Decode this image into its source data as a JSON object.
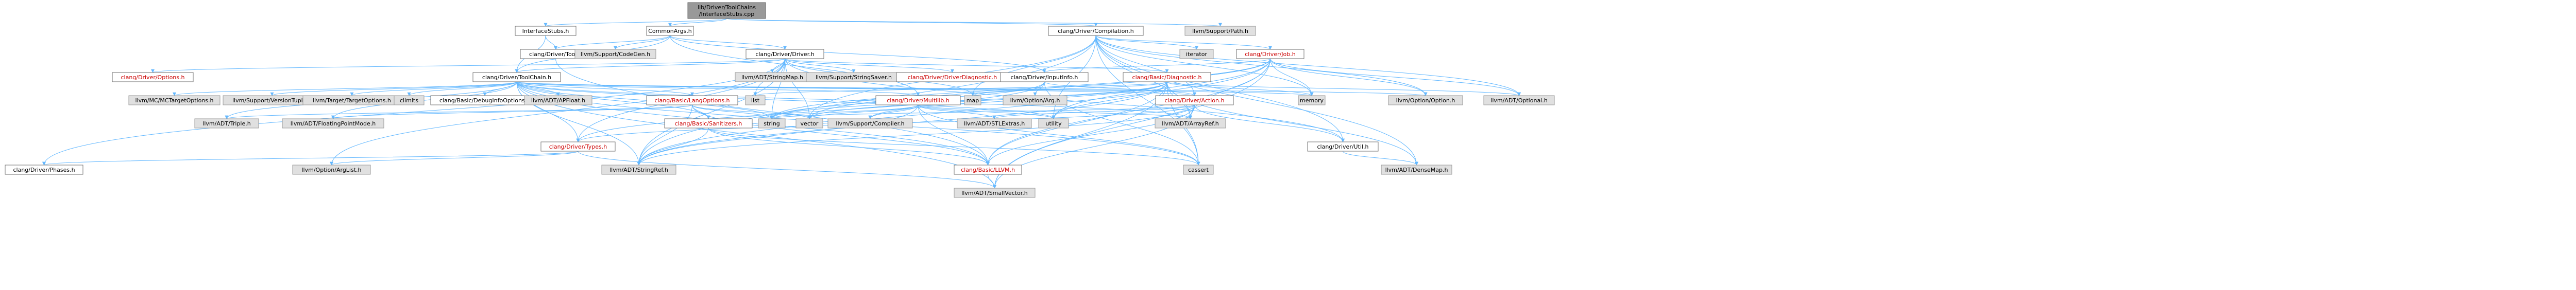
{
  "diagram": {
    "title": "",
    "nodes": [
      {
        "id": "root",
        "lines": [
          "lib/Driver/ToolChains",
          "/InterfaceStubs.cpp"
        ],
        "style": "root"
      },
      {
        "id": "interfacestubs_h",
        "lines": [
          "InterfaceStubs.h"
        ],
        "style": "plain"
      },
      {
        "id": "commonargs_h",
        "lines": [
          "CommonArgs.h"
        ],
        "style": "plain"
      },
      {
        "id": "compilation_h",
        "lines": [
          "clang/Driver/Compilation.h"
        ],
        "style": "plain"
      },
      {
        "id": "path_h",
        "lines": [
          "llvm/Support/Path.h"
        ],
        "style": "grey"
      },
      {
        "id": "tool_h",
        "lines": [
          "clang/Driver/Tool.h"
        ],
        "style": "plain"
      },
      {
        "id": "codegen_h",
        "lines": [
          "llvm/Support/CodeGen.h"
        ],
        "style": "grey"
      },
      {
        "id": "driver_h",
        "lines": [
          "clang/Driver/Driver.h"
        ],
        "style": "plain"
      },
      {
        "id": "iterator",
        "lines": [
          "iterator"
        ],
        "style": "grey"
      },
      {
        "id": "job_h",
        "lines": [
          "clang/Driver/Job.h"
        ],
        "style": "red"
      },
      {
        "id": "options_h",
        "lines": [
          "clang/Driver/Options.h"
        ],
        "style": "red"
      },
      {
        "id": "toolchain_h",
        "lines": [
          "clang/Driver/ToolChain.h"
        ],
        "style": "plain"
      },
      {
        "id": "stringmap_h",
        "lines": [
          "llvm/ADT/StringMap.h"
        ],
        "style": "grey"
      },
      {
        "id": "stringsaver_h",
        "lines": [
          "llvm/Support/StringSaver.h"
        ],
        "style": "grey"
      },
      {
        "id": "driverdiag_h",
        "lines": [
          "clang/Driver/DriverDiagnostic.h"
        ],
        "style": "red"
      },
      {
        "id": "inputinfo_h",
        "lines": [
          "clang/Driver/InputInfo.h"
        ],
        "style": "plain"
      },
      {
        "id": "diagnostic_h",
        "lines": [
          "clang/Basic/Diagnostic.h"
        ],
        "style": "red"
      },
      {
        "id": "mctarget_h",
        "lines": [
          "llvm/MC/MCTargetOptions.h"
        ],
        "style": "grey"
      },
      {
        "id": "versiontuple_h",
        "lines": [
          "llvm/Support/VersionTuple.h"
        ],
        "style": "grey"
      },
      {
        "id": "targetopts_h",
        "lines": [
          "llvm/Target/TargetOptions.h"
        ],
        "style": "grey"
      },
      {
        "id": "climits",
        "lines": [
          "climits"
        ],
        "style": "grey"
      },
      {
        "id": "debuginfo_h",
        "lines": [
          "clang/Basic/DebugInfoOptions.h"
        ],
        "style": "plain"
      },
      {
        "id": "apfloat_h",
        "lines": [
          "llvm/ADT/APFloat.h"
        ],
        "style": "grey"
      },
      {
        "id": "langopts_h",
        "lines": [
          "clang/Basic/LangOptions.h"
        ],
        "style": "red"
      },
      {
        "id": "list",
        "lines": [
          "list"
        ],
        "style": "grey"
      },
      {
        "id": "multilib_h",
        "lines": [
          "clang/Driver/Multilib.h"
        ],
        "style": "red"
      },
      {
        "id": "map",
        "lines": [
          "map"
        ],
        "style": "grey"
      },
      {
        "id": "optionarg_h",
        "lines": [
          "llvm/Option/Arg.h"
        ],
        "style": "grey"
      },
      {
        "id": "action_h",
        "lines": [
          "clang/Driver/Action.h"
        ],
        "style": "red"
      },
      {
        "id": "memory",
        "lines": [
          "memory"
        ],
        "style": "grey"
      },
      {
        "id": "optionoption_h",
        "lines": [
          "llvm/Option/Option.h"
        ],
        "style": "grey"
      },
      {
        "id": "optional_h",
        "lines": [
          "llvm/ADT/Optional.h"
        ],
        "style": "grey"
      },
      {
        "id": "triple_h",
        "lines": [
          "llvm/ADT/Triple.h"
        ],
        "style": "grey"
      },
      {
        "id": "fpmode_h",
        "lines": [
          "llvm/ADT/FloatingPointMode.h"
        ],
        "style": "grey"
      },
      {
        "id": "types_h",
        "lines": [
          "clang/Driver/Types.h"
        ],
        "style": "red"
      },
      {
        "id": "sanitizers_h",
        "lines": [
          "clang/Basic/Sanitizers.h"
        ],
        "style": "red"
      },
      {
        "id": "string",
        "lines": [
          "string"
        ],
        "style": "grey"
      },
      {
        "id": "vector",
        "lines": [
          "vector"
        ],
        "style": "grey"
      },
      {
        "id": "compiler_h",
        "lines": [
          "llvm/Support/Compiler.h"
        ],
        "style": "grey"
      },
      {
        "id": "stlextras_h",
        "lines": [
          "llvm/ADT/STLExtras.h"
        ],
        "style": "grey"
      },
      {
        "id": "utility",
        "lines": [
          "utility"
        ],
        "style": "grey"
      },
      {
        "id": "arrayref_h",
        "lines": [
          "llvm/ADT/ArrayRef.h"
        ],
        "style": "grey"
      },
      {
        "id": "util_h",
        "lines": [
          "clang/Driver/Util.h"
        ],
        "style": "plain"
      },
      {
        "id": "phases_h",
        "lines": [
          "clang/Driver/Phases.h"
        ],
        "style": "plain"
      },
      {
        "id": "arglist_h",
        "lines": [
          "llvm/Option/ArgList.h"
        ],
        "style": "grey"
      },
      {
        "id": "stringref_h",
        "lines": [
          "llvm/ADT/StringRef.h"
        ],
        "style": "grey"
      },
      {
        "id": "llvm_h",
        "lines": [
          "clang/Basic/LLVM.h"
        ],
        "style": "red"
      },
      {
        "id": "cassert",
        "lines": [
          "cassert"
        ],
        "style": "grey"
      },
      {
        "id": "densemap_h",
        "lines": [
          "llvm/ADT/DenseMap.h"
        ],
        "style": "grey"
      },
      {
        "id": "smallvector_h",
        "lines": [
          "llvm/ADT/SmallVector.h"
        ],
        "style": "grey"
      }
    ],
    "edges": [
      [
        "root",
        "interfacestubs_h"
      ],
      [
        "root",
        "commonargs_h"
      ],
      [
        "root",
        "compilation_h"
      ],
      [
        "root",
        "path_h"
      ],
      [
        "interfacestubs_h",
        "tool_h"
      ],
      [
        "interfacestubs_h",
        "toolchain_h"
      ],
      [
        "commonargs_h",
        "inputinfo_h"
      ],
      [
        "commonargs_h",
        "multilib_h"
      ],
      [
        "commonargs_h",
        "tool_h"
      ],
      [
        "commonargs_h",
        "toolchain_h"
      ],
      [
        "commonargs_h",
        "codegen_h"
      ],
      [
        "commonargs_h",
        "driver_h"
      ],
      [
        "compilation_h",
        "action_h"
      ],
      [
        "compilation_h",
        "job_h"
      ],
      [
        "compilation_h",
        "util_h"
      ],
      [
        "compilation_h",
        "arrayref_h"
      ],
      [
        "compilation_h",
        "densemap_h"
      ],
      [
        "compilation_h",
        "optional_h"
      ],
      [
        "compilation_h",
        "stringref_h"
      ],
      [
        "compilation_h",
        "optionoption_h"
      ],
      [
        "compilation_h",
        "cassert"
      ],
      [
        "compilation_h",
        "iterator"
      ],
      [
        "compilation_h",
        "map"
      ],
      [
        "compilation_h",
        "memory"
      ],
      [
        "compilation_h",
        "utility"
      ],
      [
        "compilation_h",
        "vector"
      ],
      [
        "driver_h",
        "diagnostic_h"
      ],
      [
        "driver_h",
        "options_h"
      ],
      [
        "driver_h",
        "phases_h"
      ],
      [
        "driver_h",
        "toolchain_h"
      ],
      [
        "driver_h",
        "types_h"
      ],
      [
        "driver_h",
        "util_h"
      ],
      [
        "driver_h",
        "stringmap_h"
      ],
      [
        "driver_h",
        "stringref_h"
      ],
      [
        "driver_h",
        "arglist_h"
      ],
      [
        "driver_h",
        "stringsaver_h"
      ],
      [
        "driver_h",
        "driverdiag_h"
      ],
      [
        "driver_h",
        "list"
      ],
      [
        "driver_h",
        "map"
      ],
      [
        "driver_h",
        "string"
      ],
      [
        "driver_h",
        "vector"
      ],
      [
        "job_h",
        "inputinfo_h"
      ],
      [
        "job_h",
        "llvm_h"
      ],
      [
        "job_h",
        "arrayref_h"
      ],
      [
        "job_h",
        "smallvector_h"
      ],
      [
        "job_h",
        "stringref_h"
      ],
      [
        "job_h",
        "optionoption_h"
      ],
      [
        "job_h",
        "optional_h"
      ],
      [
        "job_h",
        "memory"
      ],
      [
        "job_h",
        "string"
      ],
      [
        "job_h",
        "utility"
      ],
      [
        "job_h",
        "vector"
      ],
      [
        "tool_h",
        "llvm_h"
      ],
      [
        "toolchain_h",
        "debuginfo_h"
      ],
      [
        "toolchain_h",
        "llvm_h"
      ],
      [
        "toolchain_h",
        "langopts_h"
      ],
      [
        "toolchain_h",
        "sanitizers_h"
      ],
      [
        "toolchain_h",
        "action_h"
      ],
      [
        "toolchain_h",
        "multilib_h"
      ],
      [
        "toolchain_h",
        "types_h"
      ],
      [
        "toolchain_h",
        "apfloat_h"
      ],
      [
        "toolchain_h",
        "arrayref_h"
      ],
      [
        "toolchain_h",
        "fpmode_h"
      ],
      [
        "toolchain_h",
        "smallvector_h"
      ],
      [
        "toolchain_h",
        "stringref_h"
      ],
      [
        "toolchain_h",
        "triple_h"
      ],
      [
        "toolchain_h",
        "mctarget_h"
      ],
      [
        "toolchain_h",
        "optionoption_h"
      ],
      [
        "toolchain_h",
        "versiontuple_h"
      ],
      [
        "toolchain_h",
        "targetopts_h"
      ],
      [
        "toolchain_h",
        "cassert"
      ],
      [
        "toolchain_h",
        "climits"
      ],
      [
        "toolchain_h",
        "memory"
      ],
      [
        "toolchain_h",
        "string"
      ],
      [
        "toolchain_h",
        "utility"
      ],
      [
        "inputinfo_h",
        "action_h"
      ],
      [
        "inputinfo_h",
        "types_h"
      ],
      [
        "inputinfo_h",
        "optionarg_h"
      ],
      [
        "inputinfo_h",
        "cassert"
      ],
      [
        "inputinfo_h",
        "string"
      ],
      [
        "diagnostic_h",
        "llvm_h"
      ],
      [
        "diagnostic_h",
        "arrayref_h"
      ],
      [
        "diagnostic_h",
        "densemap_h"
      ],
      [
        "diagnostic_h",
        "smallvector_h"
      ],
      [
        "diagnostic_h",
        "stringref_h"
      ],
      [
        "diagnostic_h",
        "compiler_h"
      ],
      [
        "diagnostic_h",
        "cassert"
      ],
      [
        "diagnostic_h",
        "list"
      ],
      [
        "diagnostic_h",
        "map"
      ],
      [
        "diagnostic_h",
        "memory"
      ],
      [
        "diagnostic_h",
        "optional_h"
      ],
      [
        "diagnostic_h",
        "string"
      ],
      [
        "diagnostic_h",
        "utility"
      ],
      [
        "diagnostic_h",
        "vector"
      ],
      [
        "langopts_h",
        "llvm_h"
      ],
      [
        "langopts_h",
        "sanitizers_h"
      ],
      [
        "langopts_h",
        "triple_h"
      ],
      [
        "langopts_h",
        "fpmode_h"
      ],
      [
        "langopts_h",
        "stringref_h"
      ],
      [
        "langopts_h",
        "string"
      ],
      [
        "langopts_h",
        "vector"
      ],
      [
        "multilib_h",
        "llvm_h"
      ],
      [
        "multilib_h",
        "arrayref_h"
      ],
      [
        "multilib_h",
        "stlextras_h"
      ],
      [
        "multilib_h",
        "stringref_h"
      ],
      [
        "multilib_h",
        "compiler_h"
      ],
      [
        "multilib_h",
        "cassert"
      ],
      [
        "multilib_h",
        "string"
      ],
      [
        "multilib_h",
        "utility"
      ],
      [
        "multilib_h",
        "vector"
      ],
      [
        "action_h",
        "llvm_h"
      ],
      [
        "action_h",
        "types_h"
      ],
      [
        "action_h",
        "util_h"
      ],
      [
        "action_h",
        "arrayref_h"
      ],
      [
        "action_h",
        "stlextras_h"
      ],
      [
        "action_h",
        "smallvector_h"
      ],
      [
        "action_h",
        "stringref_h"
      ],
      [
        "action_h",
        "string"
      ],
      [
        "types_h",
        "phases_h"
      ],
      [
        "types_h",
        "smallvector_h"
      ],
      [
        "types_h",
        "arglist_h"
      ],
      [
        "sanitizers_h",
        "llvm_h"
      ],
      [
        "sanitizers_h",
        "stringref_h"
      ],
      [
        "sanitizers_h",
        "cassert"
      ],
      [
        "util_h",
        "densemap_h"
      ],
      [
        "llvm_h",
        "smallvector_h"
      ]
    ]
  }
}
